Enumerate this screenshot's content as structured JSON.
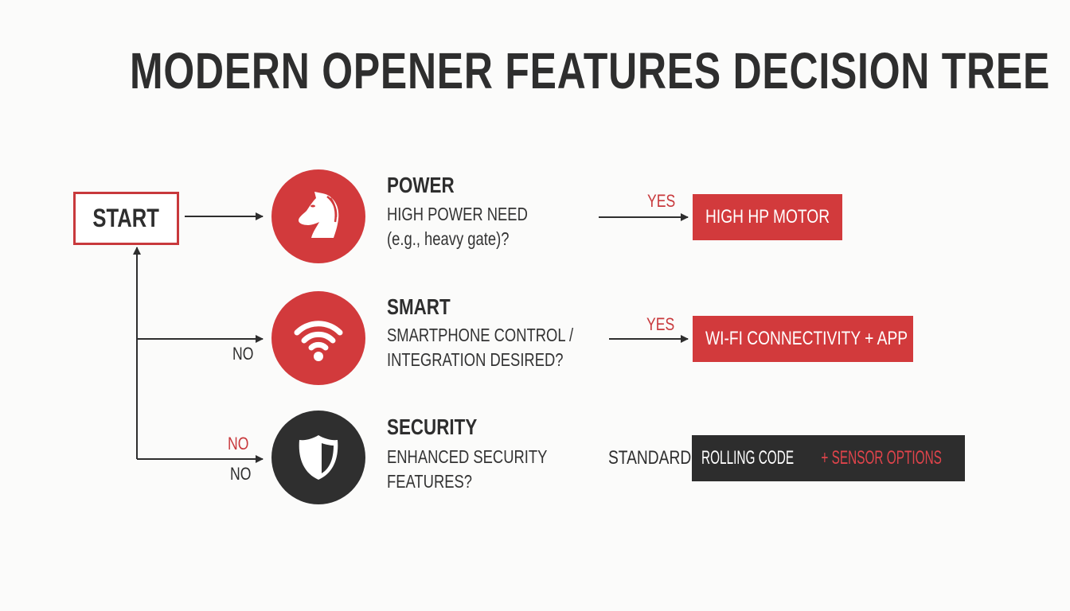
{
  "title": "MODERN OPENER FEATURES DECISION TREE",
  "start": {
    "label": "START"
  },
  "colors": {
    "accent_red": "#d23a3c",
    "dark": "#2f2f2f",
    "text": "#2e2e2e",
    "background": "#fbfbfa"
  },
  "nodes": [
    {
      "id": "power",
      "icon": "horse-head-icon",
      "circle_color": "red",
      "title": "POWER",
      "question_lines": [
        "HIGH POWER NEED",
        "(e.g., heavy gate)?"
      ],
      "yes_label": "YES",
      "outcome": "HIGH HP MOTOR"
    },
    {
      "id": "smart",
      "icon": "wifi-icon",
      "circle_color": "red",
      "title": "SMART",
      "question_lines": [
        "SMARTPHONE CONTROL /",
        "INTEGRATION DESIRED?"
      ],
      "yes_label": "YES",
      "no_label": "NO",
      "outcome": "WI-FI CONNECTIVITY + APP"
    },
    {
      "id": "security",
      "icon": "shield-icon",
      "circle_color": "dark",
      "title": "SECURITY",
      "question_lines": [
        "ENHANCED SECURITY",
        "FEATURES?"
      ],
      "no_label_top": "NO",
      "no_label_bottom": "NO",
      "standard_label": "STANDARD",
      "outcome_main": "ROLLING CODE",
      "outcome_accent": "+ SENSOR OPTIONS"
    }
  ]
}
